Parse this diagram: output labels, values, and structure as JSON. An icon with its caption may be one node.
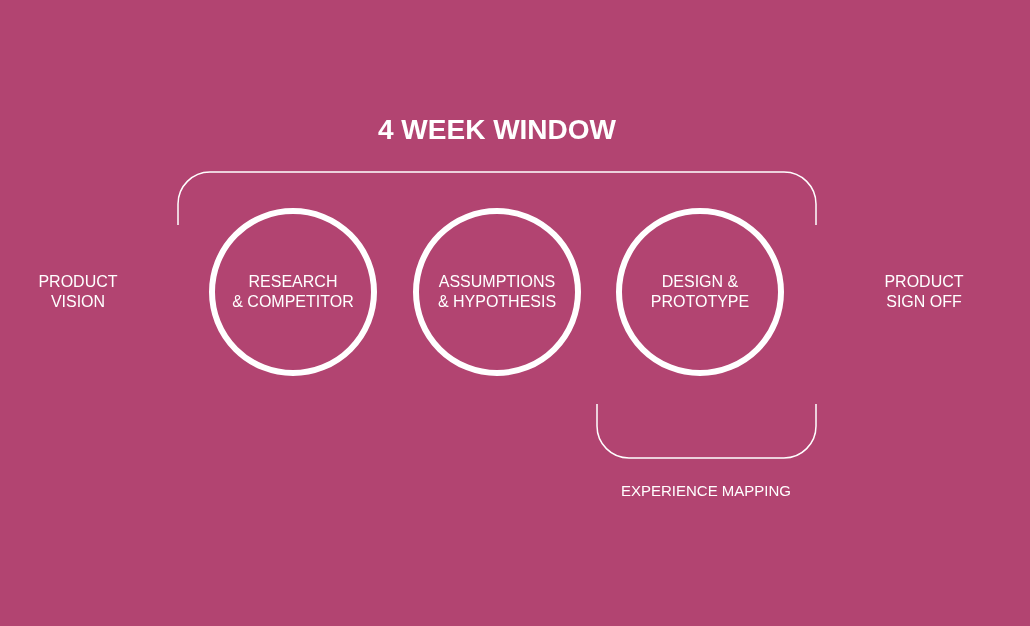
{
  "diagram": {
    "title": "4 WEEK WINDOW",
    "nodes": [
      {
        "text": [
          "RESEARCH & COMPETITOR"
        ]
      },
      {
        "text": [
          "ASSUMPTIONS & HYPOTHESIS"
        ]
      },
      {
        "text": [
          "DESIGN & PROTOTYPE"
        ]
      }
    ],
    "labels": [
      "PRODUCT VISION",
      "PRODUCT SIGN OFF",
      "EXPERIENCE MAPPING"
    ]
  }
}
